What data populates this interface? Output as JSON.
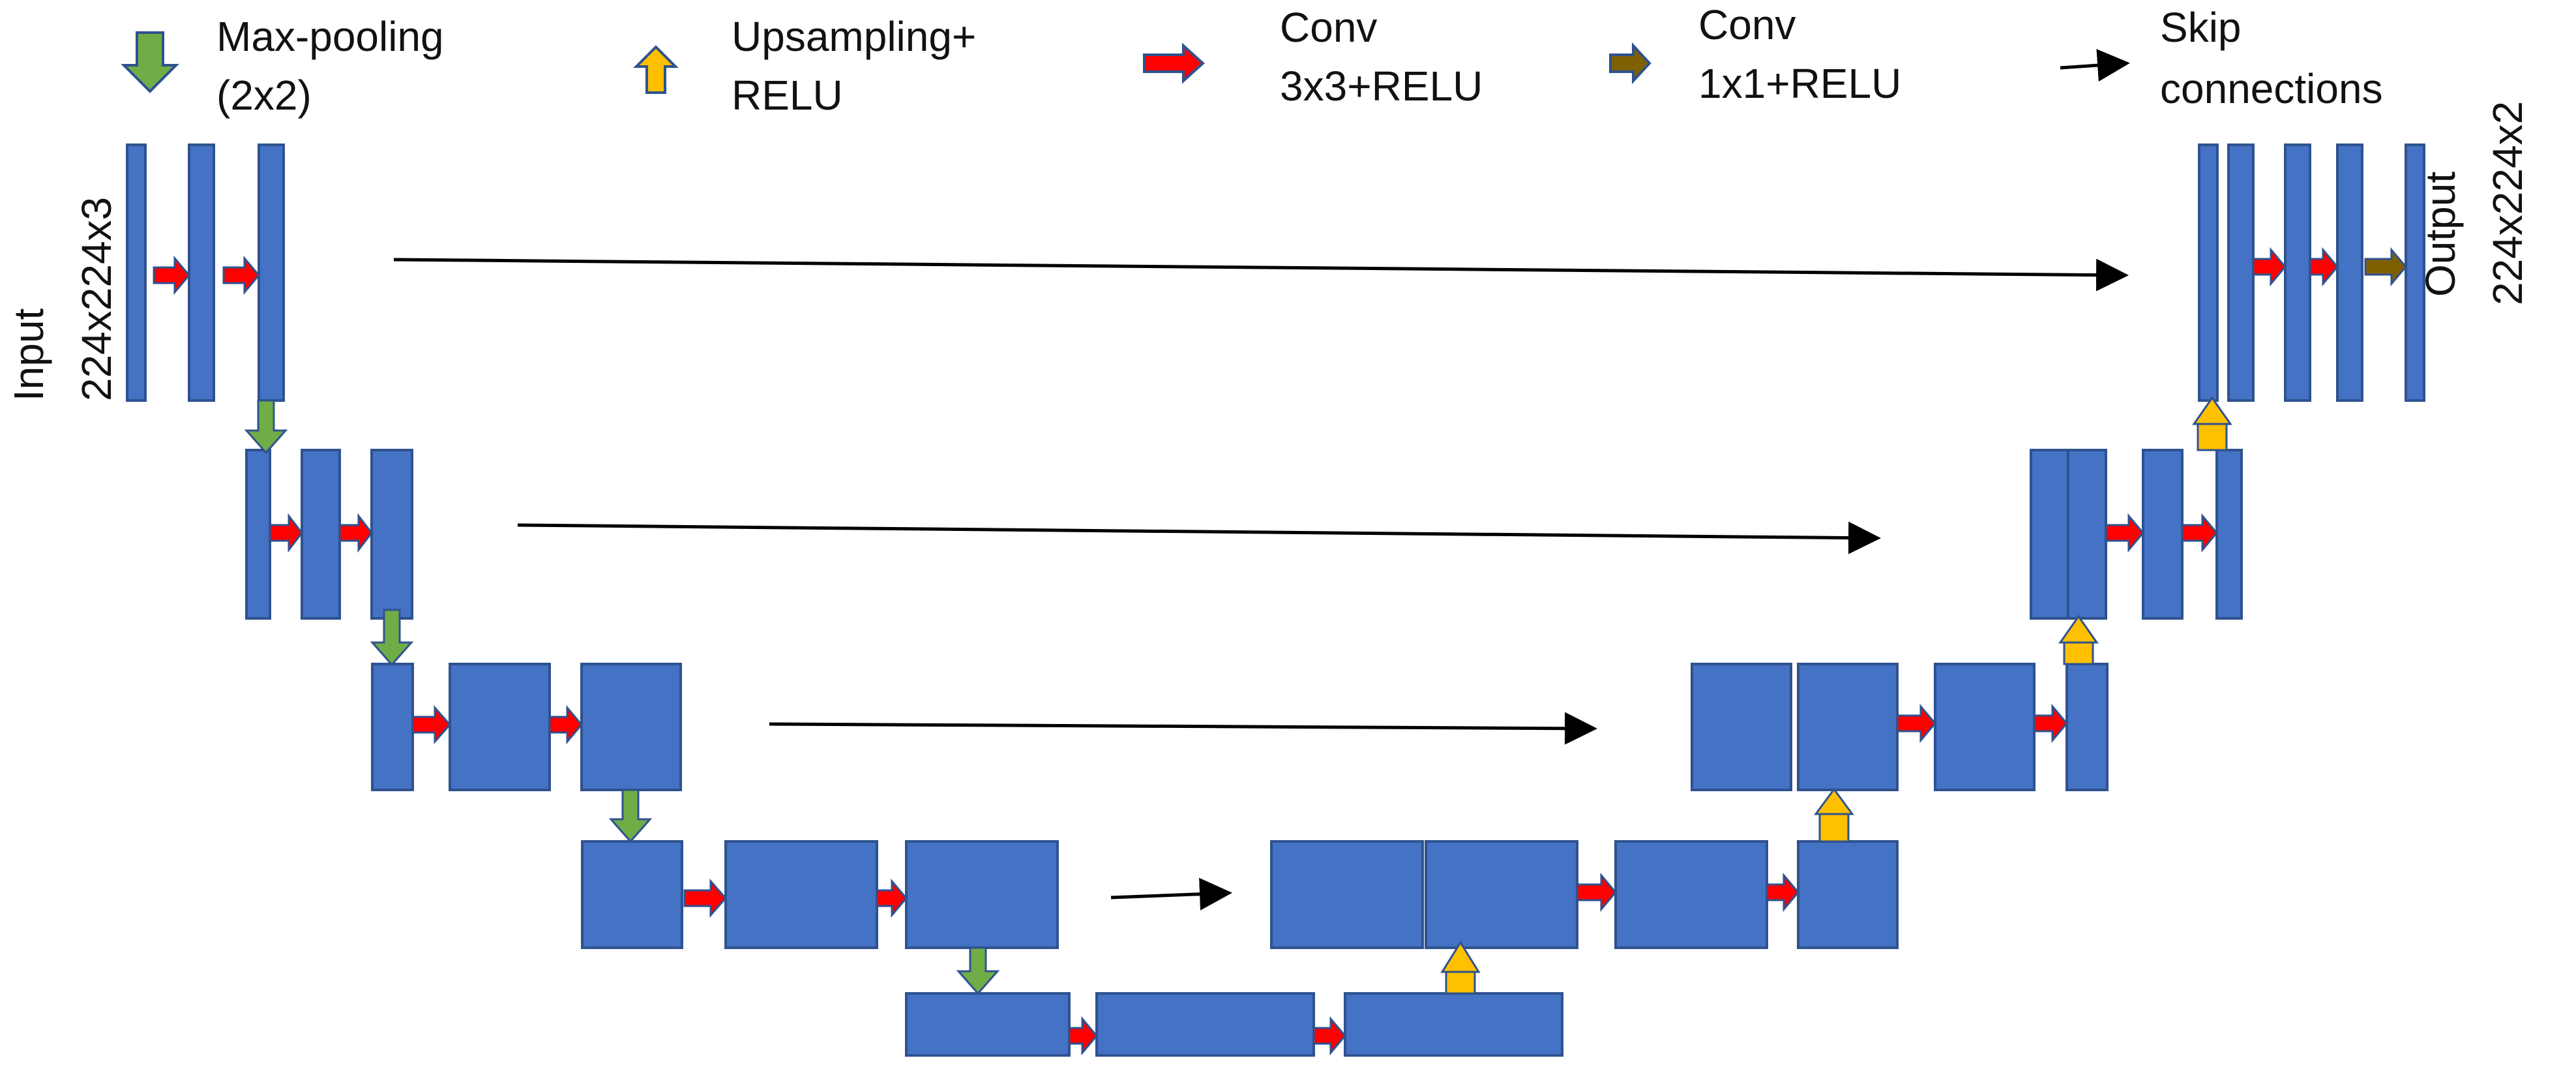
{
  "legend": {
    "maxpool_line1": "Max-pooling",
    "maxpool_line2": "(2x2)",
    "upsample_line1": "Upsampling+",
    "upsample_line2": "RELU",
    "conv3_line1": "Conv",
    "conv3_line2": "3x3+RELU",
    "conv1_line1": "Conv",
    "conv1_line2": "1x1+RELU",
    "skip_line1": "Skip",
    "skip_line2": "connections"
  },
  "io": {
    "input_line1": "Input",
    "input_line2": "224x224x3",
    "output_line1": "Output",
    "output_line2": "224x224x2"
  },
  "colors": {
    "block": "#4472C4",
    "block_border": "#2F528F",
    "maxpool_arrow": "#70AD47",
    "upsample_arrow": "#FFC000",
    "conv3_arrow": "#FF0000",
    "conv1_arrow": "#7F6000",
    "skip_arrow": "#000000"
  }
}
